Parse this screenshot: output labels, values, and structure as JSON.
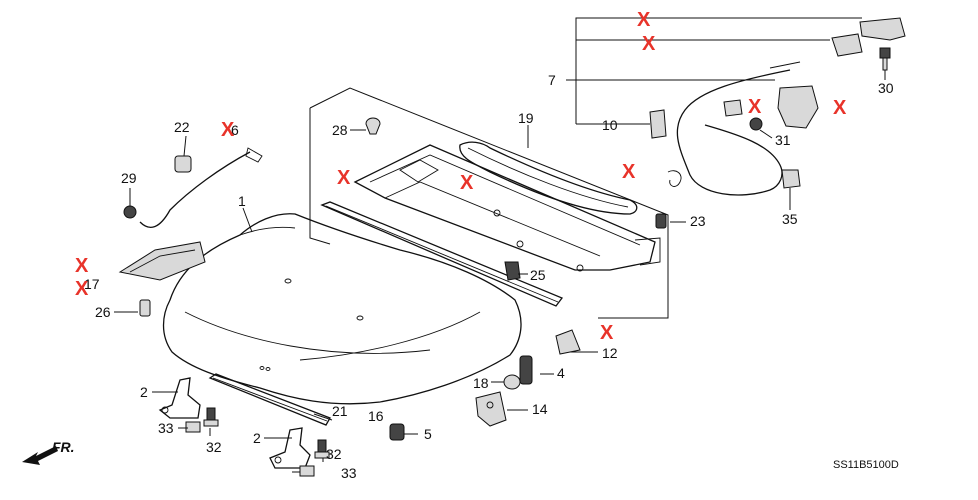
{
  "part_numbers": {
    "p1": "1",
    "p2a": "2",
    "p2b": "2",
    "p4": "4",
    "p5": "5",
    "p6": "6",
    "p7": "7",
    "p10": "10",
    "p12": "12",
    "p14": "14",
    "p16": "16",
    "p18": "18",
    "p19": "19",
    "p21": "21",
    "p22": "22",
    "p23": "23",
    "p25": "25",
    "p26": "26",
    "p28": "28",
    "p29": "29",
    "p30": "30",
    "p31": "31",
    "p32a": "32",
    "p32b": "32",
    "p33a": "33",
    "p33b": "33",
    "p35": "35",
    "p17": "17"
  },
  "x_mark": "X",
  "diagram_code": "SS11B5100D",
  "front_marker": "FR."
}
